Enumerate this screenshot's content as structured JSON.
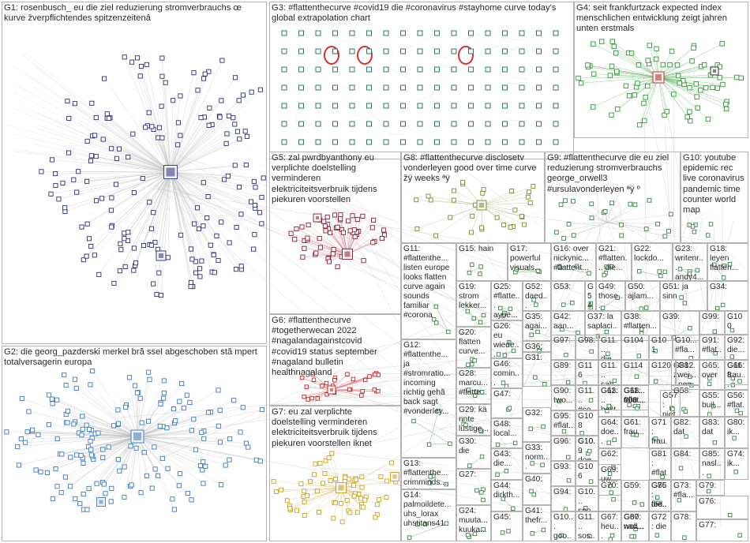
{
  "colors": {
    "edge": "#b9b9b9",
    "box_border": "#b4b4b4",
    "node_stroke": "#1e1e4a",
    "g1": "#2b2f7a",
    "g2": "#3a78c2",
    "g3": "#1a6a5a",
    "g4": "#2c9a36",
    "g5": "#8a1d2e",
    "g6": "#c81d1d",
    "g7": "#c9a21a",
    "g8": "#7a8a2a",
    "small": "#3b7f4a"
  },
  "groups": [
    {
      "id": "G1",
      "label": "G1: rosenbusch_ eu die ziel reduzierung stromverbrauchs œ kurve žverpflichtendes spitzenzeitenâ",
      "size": "l"
    },
    {
      "id": "G2",
      "label": "G2: die georg_pazderski merkel brã ssel abgeschoben stã mpert totalversagerin europa",
      "size": "l"
    },
    {
      "id": "G3",
      "label": "G3: #flattenthecurve #covid19 die #coronavirus #stayhome curve today's global extrapolation chart",
      "size": "l"
    },
    {
      "id": "G4",
      "label": "G4: seit frankfurtzack expected index menschlichen entwicklung zeigt jahren unten erstmals",
      "size": "l"
    },
    {
      "id": "G5",
      "label": "G5: zal pwrdbyanthony eu verplichte doelstelling verminderen elektriciteitsverbruik tijdens piekuren voorstellen",
      "size": "l"
    },
    {
      "id": "G6",
      "label": "G6: #flattenthecurve #togetherwecan 2022 #nagalandagainstcovid #covid19 status september #nagaland bulletin healthnagaland",
      "size": "l"
    },
    {
      "id": "G7",
      "label": "G7: eu zal verplichte doelstelling verminderen elektriciteitsverbruik tijdens piekuren voorstellen iknet",
      "size": "l"
    },
    {
      "id": "G8",
      "label": "G8: #flattenthecurve disclosetv vonderleyen good over time curve žÿ weeks ªÿ",
      "size": "l"
    },
    {
      "id": "G9",
      "label": "G9: #flattenthecurve die eu ziel reduzierung stromverbrauchs george_orwell3 #ursulavonderleyen ªÿ º",
      "size": "l"
    },
    {
      "id": "G10",
      "label": "G10: youtube epidemic rec live coronavirus pandemic time counter world map",
      "size": "l"
    },
    {
      "id": "G11",
      "label": "G11: #flattenthe... listen europe looks flatten curve again sounds familiar #corona",
      "size": "m"
    },
    {
      "id": "G12",
      "label": "G12: #flattenthe... ja #stromratio... incoming richtig gehã back sagt #vonderley...",
      "size": "m"
    },
    {
      "id": "G13",
      "label": "G13: #flattenthe... crimminds... aishatyler joethanteg...",
      "size": "m"
    },
    {
      "id": "G14",
      "label": "G14: palmoildete... uhs_lorax uhstitans41",
      "size": "m"
    },
    {
      "id": "G15",
      "label": "G15: hain",
      "size": "m"
    },
    {
      "id": "G16",
      "label": "G16: over nickynic... #flattent...",
      "size": "m"
    },
    {
      "id": "G17",
      "label": "G17: powerful visuals...",
      "size": "m"
    },
    {
      "id": "G18",
      "label": "G18: leyen flatten...",
      "size": "m"
    },
    {
      "id": "G19",
      "label": "G19: strom lekker...",
      "size": "m"
    },
    {
      "id": "G20",
      "label": "G20: flatten curve...",
      "size": "m"
    },
    {
      "id": "G21",
      "label": "G21: #flatten... die...",
      "size": "m"
    },
    {
      "id": "G22",
      "label": "G22: lockdo...",
      "size": "m"
    },
    {
      "id": "G23",
      "label": "G23: writenr... andy4...",
      "size": "m"
    },
    {
      "id": "G24",
      "label": "G24: muuta... kuuka...",
      "size": "m"
    },
    {
      "id": "G25",
      "label": "G25: #flatte... ayoe...",
      "size": "m"
    },
    {
      "id": "G26",
      "label": "G26: eu wiede...",
      "size": "m"
    },
    {
      "id": "G27",
      "label": "G27:",
      "size": "m"
    },
    {
      "id": "G28",
      "label": "G28: marcu... #flatte...",
      "size": "m"
    },
    {
      "id": "G29",
      "label": "G29: kä nnte lustige...",
      "size": "m"
    },
    {
      "id": "G30",
      "label": "G30: die",
      "size": "m"
    },
    {
      "id": "G31",
      "label": "G31:",
      "size": "m"
    },
    {
      "id": "G32",
      "label": "G32:",
      "size": "m"
    },
    {
      "id": "G33",
      "label": "G33: norm...",
      "size": "m"
    },
    {
      "id": "G34",
      "label": "G34:",
      "size": "m"
    },
    {
      "id": "G35",
      "label": "G35: agai...",
      "size": "m"
    },
    {
      "id": "G36",
      "label": "G36:",
      "size": "m"
    },
    {
      "id": "G37",
      "label": "G37: la saplaci...",
      "size": "m"
    },
    {
      "id": "G38",
      "label": "G38: #flatten...",
      "size": "m"
    },
    {
      "id": "G39",
      "label": "G39:",
      "size": "m"
    },
    {
      "id": "G40",
      "label": "G40:",
      "size": "m"
    },
    {
      "id": "G41",
      "label": "G41: thefr...",
      "size": "m"
    },
    {
      "id": "G42",
      "label": "G42: aan...",
      "size": "m"
    },
    {
      "id": "G43",
      "label": "G43: die...",
      "size": "m"
    },
    {
      "id": "G44",
      "label": "G44: dirkth...",
      "size": "m"
    },
    {
      "id": "G45",
      "label": "G45:",
      "size": "m"
    },
    {
      "id": "G46",
      "label": "G46: comin...",
      "size": "m"
    },
    {
      "id": "G47",
      "label": "G47:",
      "size": "m"
    },
    {
      "id": "G48",
      "label": "G48: local...",
      "size": "m"
    },
    {
      "id": "G49",
      "label": "G49: those...",
      "size": "m"
    },
    {
      "id": "G50",
      "label": "G50: ajlam...",
      "size": "m"
    },
    {
      "id": "G51",
      "label": "G51: ja sinn",
      "size": "m"
    },
    {
      "id": "G52",
      "label": "G52: daed...",
      "size": "m"
    },
    {
      "id": "G53",
      "label": "G53:",
      "size": "m"
    },
    {
      "id": "G54",
      "label": "G54: die",
      "size": "m"
    },
    {
      "id": "G55",
      "label": "G55: buil...",
      "size": "m"
    },
    {
      "id": "G56",
      "label": "G56: #flat...",
      "size": "m"
    },
    {
      "id": "G57",
      "label": "G57: niet...",
      "size": "m"
    },
    {
      "id": "G58",
      "label": "G58:",
      "size": "m"
    },
    {
      "id": "G59",
      "label": "G59:",
      "size": "m"
    },
    {
      "id": "G60",
      "label": "G60: nac...",
      "size": "m"
    },
    {
      "id": "G61",
      "label": "G61: frau...",
      "size": "m"
    },
    {
      "id": "G62",
      "label": "G62:",
      "size": "m"
    },
    {
      "id": "G63",
      "label": "G63:",
      "size": "m"
    },
    {
      "id": "G64",
      "label": "G64: doe...",
      "size": "m"
    },
    {
      "id": "G65",
      "label": "G65: over",
      "size": "m"
    },
    {
      "id": "G66",
      "label": "G66: frau...",
      "size": "m"
    },
    {
      "id": "G67",
      "label": "G67: heu...",
      "size": "m"
    },
    {
      "id": "G68",
      "label": "G68: #flat...",
      "size": "m"
    },
    {
      "id": "G69",
      "label": "G69: uw...",
      "size": "m"
    },
    {
      "id": "G70",
      "label": "G70:",
      "size": "m"
    },
    {
      "id": "G71",
      "label": "G71: frau...",
      "size": "m"
    },
    {
      "id": "G72",
      "label": "G72: die",
      "size": "m"
    },
    {
      "id": "G73",
      "label": "G73: #fla...",
      "size": "m"
    },
    {
      "id": "G74",
      "label": "G74: ik...",
      "size": "m"
    },
    {
      "id": "G75",
      "label": "G75: die...",
      "size": "m"
    },
    {
      "id": "G76",
      "label": "G76:",
      "size": "m"
    },
    {
      "id": "G77",
      "label": "G77:",
      "size": "m"
    },
    {
      "id": "G78",
      "label": "G78:",
      "size": "m"
    },
    {
      "id": "G79",
      "label": "G79:",
      "size": "m"
    },
    {
      "id": "G80",
      "label": "G80: ik...",
      "size": "m"
    },
    {
      "id": "G81",
      "label": "G81: #flat...",
      "size": "m"
    },
    {
      "id": "G82",
      "label": "G82: dat",
      "size": "m"
    },
    {
      "id": "G83",
      "label": "G83: dat",
      "size": "m"
    },
    {
      "id": "G84",
      "label": "G84:",
      "size": "m"
    },
    {
      "id": "G85",
      "label": "G85: nasl...",
      "size": "m"
    },
    {
      "id": "G86",
      "label": "G86: fed...",
      "size": "m"
    },
    {
      "id": "G87",
      "label": "G87: woll...",
      "size": "m"
    },
    {
      "id": "G88",
      "label": "G88: zwei...",
      "size": "m"
    },
    {
      "id": "G89",
      "label": "G89:",
      "size": "m"
    },
    {
      "id": "G90",
      "label": "G90: two...",
      "size": "m"
    },
    {
      "id": "G91",
      "label": "G91: #flat...",
      "size": "m"
    },
    {
      "id": "G92",
      "label": "G92: die...",
      "size": "m"
    },
    {
      "id": "G93",
      "label": "G93:",
      "size": "m"
    },
    {
      "id": "G94",
      "label": "G94:",
      "size": "m"
    },
    {
      "id": "G95",
      "label": "G95: #flat...",
      "size": "m"
    },
    {
      "id": "G96",
      "label": "G96:",
      "size": "m"
    },
    {
      "id": "G97",
      "label": "G97:",
      "size": "m"
    },
    {
      "id": "G98",
      "label": "G98:",
      "size": "m"
    },
    {
      "id": "G99",
      "label": "G99:",
      "size": "m"
    },
    {
      "id": "G100",
      "label": "G100",
      "size": "m"
    },
    {
      "id": "G101",
      "label": "G101",
      "size": "m"
    },
    {
      "id": "G102",
      "label": "G10... #fla...",
      "size": "m"
    },
    {
      "id": "G103",
      "label": "G10... doe...",
      "size": "m"
    },
    {
      "id": "G104",
      "label": "G104",
      "size": "m"
    },
    {
      "id": "G105",
      "label": "G10... spo...",
      "size": "m"
    },
    {
      "id": "G106",
      "label": "G106",
      "size": "m"
    },
    {
      "id": "G107",
      "label": "G10... goo...",
      "size": "m"
    },
    {
      "id": "G108",
      "label": "G108",
      "size": "m"
    },
    {
      "id": "G109",
      "label": "G109",
      "size": "m"
    },
    {
      "id": "G110",
      "label": "G11... sos...",
      "size": "m"
    },
    {
      "id": "G111",
      "label": "G11... #co...",
      "size": "m"
    },
    {
      "id": "G112",
      "label": "G11... sah...",
      "size": "m"
    },
    {
      "id": "G113",
      "label": "G11... best...",
      "size": "m"
    },
    {
      "id": "G114",
      "label": "G114",
      "size": "m"
    },
    {
      "id": "G115",
      "label": "G11... 000",
      "size": "m"
    },
    {
      "id": "G116",
      "label": "G116",
      "size": "m"
    },
    {
      "id": "G117",
      "label": "G11... tom...",
      "size": "m"
    },
    {
      "id": "G118",
      "label": "G118",
      "size": "m"
    },
    {
      "id": "G119",
      "label": "G11... die...",
      "size": "m"
    },
    {
      "id": "G120",
      "label": "G120",
      "size": "m"
    },
    {
      "id": "G121",
      "label": "G12... pen...",
      "size": "m"
    }
  ]
}
